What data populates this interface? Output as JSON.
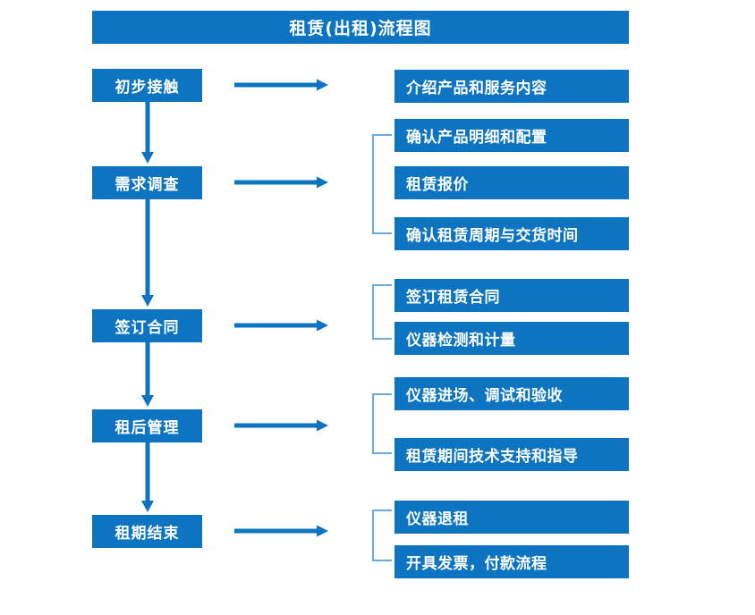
{
  "diagram": {
    "title": "租赁(出租)流程图",
    "accent_color": "#0C74C0",
    "bracket_color": "#6FA8DC",
    "text_color": "#FFFFFF",
    "background_color": "#FFFFFF"
  },
  "stages": [
    {
      "id": "stage-1",
      "label": "初步接触"
    },
    {
      "id": "stage-2",
      "label": "需求调查"
    },
    {
      "id": "stage-3",
      "label": "签订合同"
    },
    {
      "id": "stage-4",
      "label": "租后管理"
    },
    {
      "id": "stage-5",
      "label": "租期结束"
    }
  ],
  "details": [
    {
      "id": "detail-1",
      "label": "介绍产品和服务内容",
      "stage": "stage-1"
    },
    {
      "id": "detail-2",
      "label": "确认产品明细和配置",
      "stage": "stage-2"
    },
    {
      "id": "detail-3",
      "label": "租赁报价",
      "stage": "stage-2"
    },
    {
      "id": "detail-4",
      "label": "确认租赁周期与交货时间",
      "stage": "stage-2"
    },
    {
      "id": "detail-5",
      "label": "签订租赁合同",
      "stage": "stage-3"
    },
    {
      "id": "detail-6",
      "label": "仪器检测和计量",
      "stage": "stage-3"
    },
    {
      "id": "detail-7",
      "label": "仪器进场、调试和验收",
      "stage": "stage-4"
    },
    {
      "id": "detail-8",
      "label": "租赁期间技术支持和指导",
      "stage": "stage-4"
    },
    {
      "id": "detail-9",
      "label": "仪器退租",
      "stage": "stage-5"
    },
    {
      "id": "detail-10",
      "label": "开具发票，付款流程",
      "stage": "stage-5"
    }
  ],
  "connectors": {
    "vertical_count": 4,
    "horizontal_count": 5,
    "bracket_count": 4
  }
}
